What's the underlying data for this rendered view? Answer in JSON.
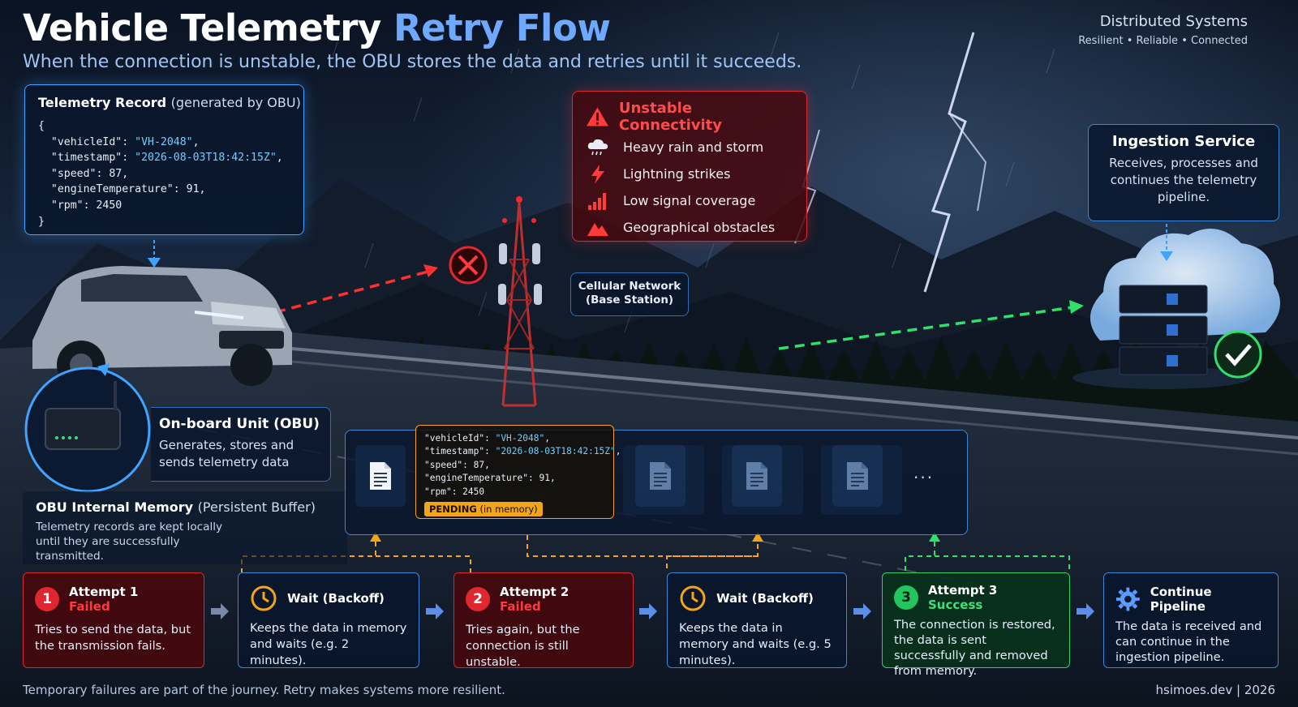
{
  "header": {
    "title_main": "Vehicle Telemetry",
    "title_accent": "Retry Flow",
    "subtitle": "When the connection is unstable, the OBU stores the data and retries until it succeeds.",
    "brand_title": "Distributed Systems",
    "brand_tagline": "Resilient • Reliable • Connected"
  },
  "telemetry_record": {
    "title": "Telemetry Record",
    "title_note": "(generated by OBU)",
    "fields": [
      {
        "key": "\"vehicleId\"",
        "value": "\"VH-2048\"",
        "type": "string"
      },
      {
        "key": "\"timestamp\"",
        "value": "\"2026-08-03T18:42:15Z\"",
        "type": "string"
      },
      {
        "key": "\"speed\"",
        "value": "87",
        "type": "number"
      },
      {
        "key": "\"engineTemperature\"",
        "value": "91",
        "type": "number"
      },
      {
        "key": "\"rpm\"",
        "value": "2450",
        "type": "number"
      }
    ]
  },
  "connectivity": {
    "title": "Unstable Connectivity",
    "items": [
      {
        "label": "Heavy rain and storm",
        "icon": "rain-cloud-icon"
      },
      {
        "label": "Lightning strikes",
        "icon": "lightning-icon"
      },
      {
        "label": "Low signal coverage",
        "icon": "signal-bars-icon"
      },
      {
        "label": "Geographical obstacles",
        "icon": "mountain-icon"
      }
    ]
  },
  "cellular": {
    "line1": "Cellular Network",
    "line2": "(Base Station)"
  },
  "ingestion": {
    "title": "Ingestion Service",
    "text": "Receives, processes and continues the telemetry pipeline."
  },
  "obu": {
    "title": "On-board Unit (OBU)",
    "text": "Generates, stores and sends telemetry data"
  },
  "memory": {
    "title": "OBU Internal Memory",
    "title_note": "(Persistent Buffer)",
    "text": "Telemetry records are kept locally until they are successfully transmitted."
  },
  "buffer": {
    "pending_badge_strong": "PENDING",
    "pending_badge_note": "(in memory)",
    "ellipsis": "..."
  },
  "steps": [
    {
      "number": "1",
      "title": "Attempt 1",
      "status": "Failed",
      "text": "Tries to send the data, but the transmission fails."
    },
    {
      "title": "Wait (Backoff)",
      "text": "Keeps the data in memory and waits (e.g. 2 minutes)."
    },
    {
      "number": "2",
      "title": "Attempt 2",
      "status": "Failed",
      "text": "Tries again, but the connection is still unstable."
    },
    {
      "title": "Wait (Backoff)",
      "text": "Keeps the data in memory and waits (e.g. 5 minutes)."
    },
    {
      "number": "3",
      "title": "Attempt 3",
      "status": "Success",
      "text": "The connection is restored, the data is sent successfully and removed from memory."
    },
    {
      "title": "Continue Pipeline",
      "text": "The data is received and can continue in the ingestion pipeline."
    }
  ],
  "footer": {
    "left": "Temporary failures are part of the journey. Retry makes systems more resilient.",
    "right": "hsimoes.dev | 2026"
  },
  "colors": {
    "accent_blue": "#6fa8ff",
    "failure_red": "#e0272f",
    "success_green": "#22c55e",
    "pending_amber": "#f2a51b"
  }
}
